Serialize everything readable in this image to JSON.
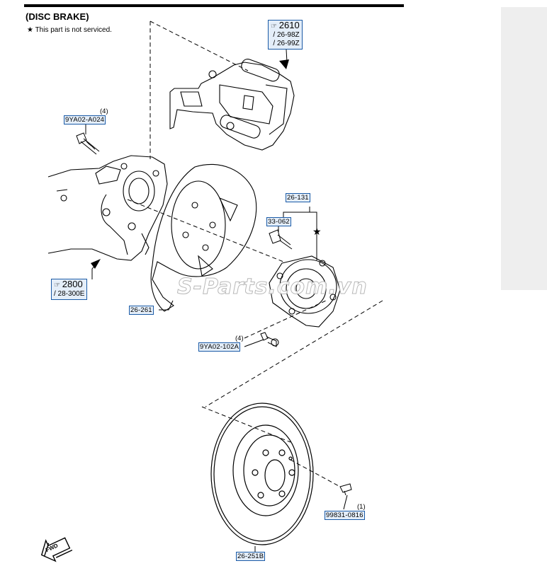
{
  "header": {
    "title": "(DISC BRAKE)",
    "note": "This part is not serviced."
  },
  "refs": {
    "caliper": {
      "main": "2610",
      "sub1": "/ 26-98Z",
      "sub2": "/ 26-99Z"
    },
    "knuckle": {
      "main": "2800",
      "sub1": "/ 28-300E"
    }
  },
  "callouts": {
    "bolt_upper_part": "9YA02-A024",
    "bolt_upper_qty": "(4)",
    "hub_assembly": "26-131",
    "hub_bolt": "33-062",
    "dust_shield": "26-261",
    "bolt_lower_part": "9YA02-102A",
    "bolt_lower_qty": "(4)",
    "rotor_screw_part": "99831-0816",
    "rotor_screw_qty": "(1)",
    "disc_rotor": "26-251B"
  },
  "watermark": "S-Parts.com.vn",
  "fwd_label": "FWD",
  "colors": {
    "callout_border": "#1a5aa6",
    "callout_fill": "#e4eef9",
    "line": "#000000",
    "side_panel": "#eeeeee"
  }
}
